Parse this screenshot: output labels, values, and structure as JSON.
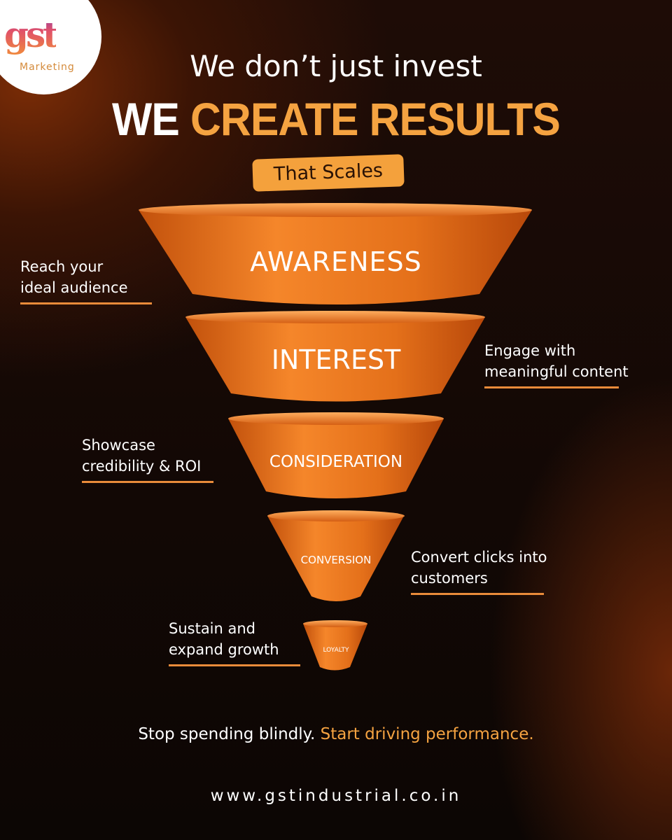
{
  "logo": {
    "mark": "gst",
    "subtitle": "Marketing"
  },
  "header": {
    "line1": "We don’t just invest",
    "line2_white": "WE",
    "line2_orange": "CREATE RESULTS",
    "pill": "That Scales"
  },
  "funnel": [
    {
      "label": "AWARENESS",
      "note": [
        "Reach your",
        "ideal audience"
      ]
    },
    {
      "label": "INTEREST",
      "note": [
        "Engage with",
        "meaningful content"
      ]
    },
    {
      "label": "CONSIDERATION",
      "note": [
        "Showcase",
        "credibility & ROI"
      ]
    },
    {
      "label": "CONVERSION",
      "note": [
        "Convert clicks into",
        "customers"
      ]
    },
    {
      "label": "LOYALTY",
      "note": [
        "Sustain and",
        "expand growth"
      ]
    }
  ],
  "tagline": {
    "white": "Stop spending blindly.",
    "orange": "Start driving performance."
  },
  "url": "www.gstindustrial.co.in",
  "colors": {
    "accent": "#f5a341",
    "funnel": "#ee7a1e",
    "background": "#140905"
  }
}
